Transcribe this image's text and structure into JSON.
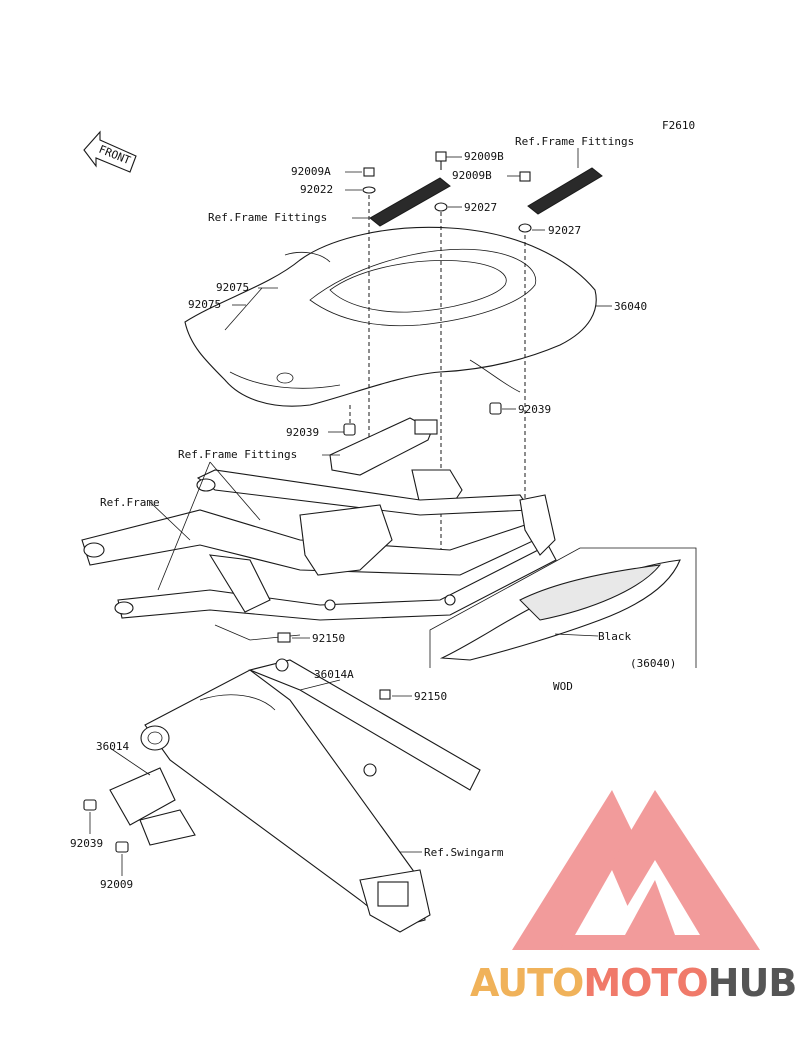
{
  "diagram": {
    "figure_code": "F2610",
    "front_label": "FRONT",
    "callouts": [
      {
        "id": "92009A",
        "text": "92009A"
      },
      {
        "id": "92022",
        "text": "92022"
      },
      {
        "id": "92009B_top",
        "text": "92009B"
      },
      {
        "id": "92009B_mid",
        "text": "92009B"
      },
      {
        "id": "92027_left",
        "text": "92027"
      },
      {
        "id": "92027_right",
        "text": "92027"
      },
      {
        "id": "ref_frame_fittings_top",
        "text": "Ref.Frame Fittings"
      },
      {
        "id": "ref_frame_fittings_left",
        "text": "Ref.Frame Fittings"
      },
      {
        "id": "ref_frame_fittings_mid",
        "text": "Ref.Frame Fittings"
      },
      {
        "id": "92075_a",
        "text": "92075"
      },
      {
        "id": "92075_b",
        "text": "92075"
      },
      {
        "id": "36040",
        "text": "36040"
      },
      {
        "id": "92039_mid",
        "text": "92039"
      },
      {
        "id": "92039_right",
        "text": "92039"
      },
      {
        "id": "ref_frame",
        "text": "Ref.Frame"
      },
      {
        "id": "black",
        "text": "Black"
      },
      {
        "id": "36040_inset",
        "text": "(36040)"
      },
      {
        "id": "wod",
        "text": "WOD"
      },
      {
        "id": "92150_a",
        "text": "92150"
      },
      {
        "id": "92150_b",
        "text": "92150"
      },
      {
        "id": "36014A",
        "text": "36014A"
      },
      {
        "id": "36014",
        "text": "36014"
      },
      {
        "id": "92039_bottom",
        "text": "92039"
      },
      {
        "id": "92009",
        "text": "92009"
      },
      {
        "id": "ref_swingarm",
        "text": "Ref.Swingarm"
      }
    ]
  },
  "watermark": {
    "brand_part1": "AUTO",
    "brand_part2": "MOTO",
    "brand_part3": "HUB",
    "colors": {
      "auto": "#f0b25a",
      "moto": "#f07a6a",
      "hub": "#555555",
      "logo": "#f08080"
    }
  }
}
